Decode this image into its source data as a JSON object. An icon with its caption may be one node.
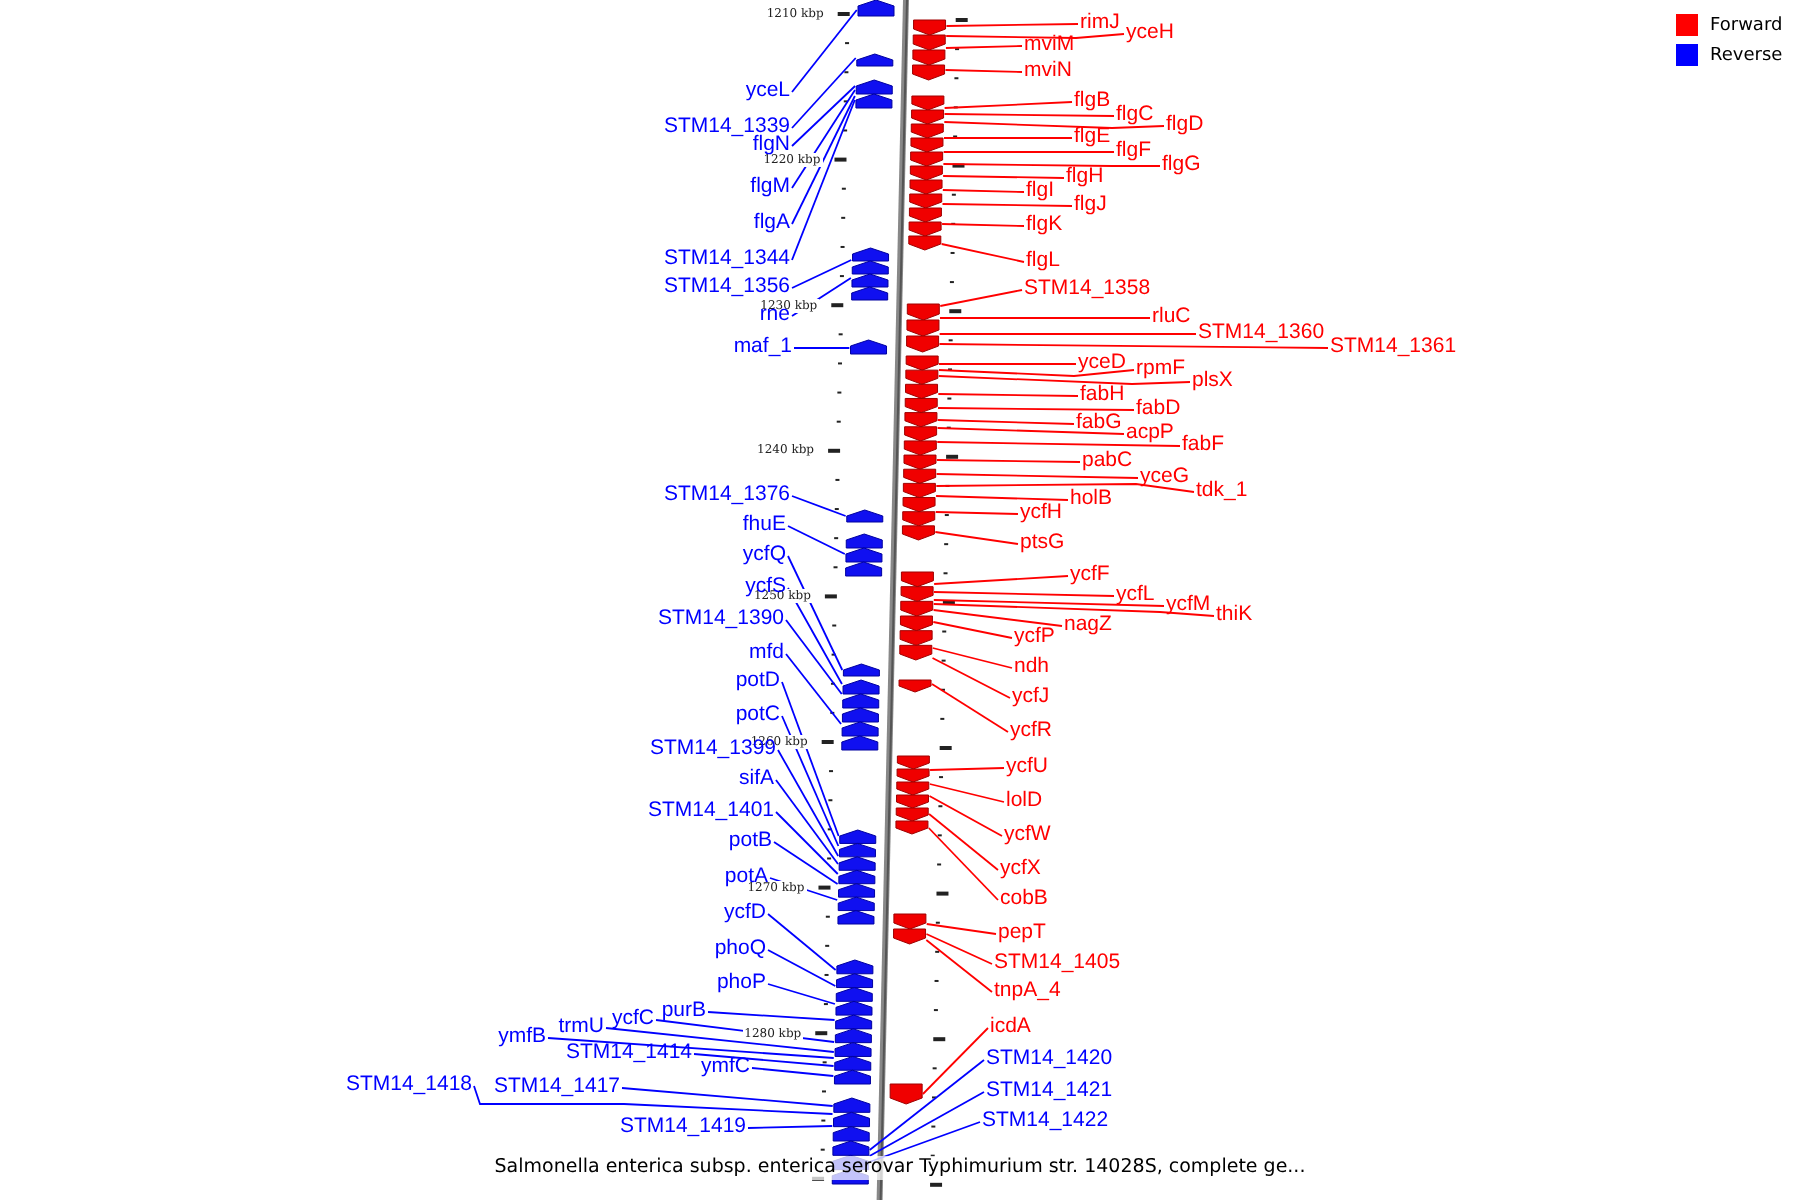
{
  "diagram": {
    "caption": "Salmonella enterica subsp. enterica serovar Typhimurium str. 14028S, complete ge...",
    "nodes": [
      {
        "text": [
          "yceL"
        ]
      },
      {
        "text": [
          "STM14_1339"
        ]
      },
      {
        "text": [
          "flgN"
        ]
      },
      {
        "text": [
          "flgM"
        ]
      },
      {
        "text": [
          "flgA"
        ]
      },
      {
        "text": [
          "STM14_1344"
        ]
      },
      {
        "text": [
          "STM14_1356"
        ]
      },
      {
        "text": [
          "rne"
        ]
      },
      {
        "text": [
          "maf_1"
        ]
      },
      {
        "text": [
          "STM14_1376"
        ]
      },
      {
        "text": [
          "fhuE"
        ]
      },
      {
        "text": [
          "ycfQ"
        ]
      },
      {
        "text": [
          "ycfS"
        ]
      },
      {
        "text": [
          "STM14_1390"
        ]
      },
      {
        "text": [
          "mfd"
        ]
      },
      {
        "text": [
          "potD"
        ]
      },
      {
        "text": [
          "potC"
        ]
      },
      {
        "text": [
          "STM14_1399"
        ]
      },
      {
        "text": [
          "sifA"
        ]
      },
      {
        "text": [
          "STM14_1401"
        ]
      },
      {
        "text": [
          "potB"
        ]
      },
      {
        "text": [
          "potA"
        ]
      },
      {
        "text": [
          "ycfD"
        ]
      },
      {
        "text": [
          "phoQ"
        ]
      },
      {
        "text": [
          "phoP"
        ]
      },
      {
        "text": [
          "purB"
        ]
      },
      {
        "text": [
          "ycfC"
        ]
      },
      {
        "text": [
          "trmU"
        ]
      },
      {
        "text": [
          "ymfB"
        ]
      },
      {
        "text": [
          "STM14_1414"
        ]
      },
      {
        "text": [
          "ymfC"
        ]
      },
      {
        "text": [
          "STM14_1418"
        ]
      },
      {
        "text": [
          "STM14_1417"
        ]
      },
      {
        "text": [
          "STM14_1419"
        ]
      },
      {
        "text": [
          "rimJ"
        ]
      },
      {
        "text": [
          "yceH"
        ]
      },
      {
        "text": [
          "mviM"
        ]
      },
      {
        "text": [
          "mviN"
        ]
      },
      {
        "text": [
          "flgB"
        ]
      },
      {
        "text": [
          "flgC"
        ]
      },
      {
        "text": [
          "flgD"
        ]
      },
      {
        "text": [
          "flgE"
        ]
      },
      {
        "text": [
          "flgF"
        ]
      },
      {
        "text": [
          "flgG"
        ]
      },
      {
        "text": [
          "flgH"
        ]
      },
      {
        "text": [
          "flgI"
        ]
      },
      {
        "text": [
          "flgJ"
        ]
      },
      {
        "text": [
          "flgK"
        ]
      },
      {
        "text": [
          "flgL"
        ]
      },
      {
        "text": [
          "STM14_1358"
        ]
      },
      {
        "text": [
          "rluC"
        ]
      },
      {
        "text": [
          "STM14_1360"
        ]
      },
      {
        "text": [
          "STM14_1361"
        ]
      },
      {
        "text": [
          "yceD"
        ]
      },
      {
        "text": [
          "rpmF"
        ]
      },
      {
        "text": [
          "plsX"
        ]
      },
      {
        "text": [
          "fabH"
        ]
      },
      {
        "text": [
          "fabD"
        ]
      },
      {
        "text": [
          "fabG"
        ]
      },
      {
        "text": [
          "acpP"
        ]
      },
      {
        "text": [
          "fabF"
        ]
      },
      {
        "text": [
          "pabC"
        ]
      },
      {
        "text": [
          "yceG"
        ]
      },
      {
        "text": [
          "tdk_1"
        ]
      },
      {
        "text": [
          "holB"
        ]
      },
      {
        "text": [
          "ycfH"
        ]
      },
      {
        "text": [
          "ptsG"
        ]
      },
      {
        "text": [
          "ycfF"
        ]
      },
      {
        "text": [
          "ycfL"
        ]
      },
      {
        "text": [
          "ycfM"
        ]
      },
      {
        "text": [
          "thiK"
        ]
      },
      {
        "text": [
          "nagZ"
        ]
      },
      {
        "text": [
          "ycfP"
        ]
      },
      {
        "text": [
          "ndh"
        ]
      },
      {
        "text": [
          "ycfJ"
        ]
      },
      {
        "text": [
          "ycfR"
        ]
      },
      {
        "text": [
          "ycfU"
        ]
      },
      {
        "text": [
          "lolD"
        ]
      },
      {
        "text": [
          "ycfW"
        ]
      },
      {
        "text": [
          "ycfX"
        ]
      },
      {
        "text": [
          "cobB"
        ]
      },
      {
        "text": [
          "pepT"
        ]
      },
      {
        "text": [
          "STM14_1405"
        ]
      },
      {
        "text": [
          "tnpA_4"
        ]
      },
      {
        "text": [
          "icdA"
        ]
      },
      {
        "text": [
          "STM14_1420"
        ]
      },
      {
        "text": [
          "STM14_1421"
        ]
      },
      {
        "text": [
          "STM14_1422"
        ]
      },
      {
        "text": [],
        "shape": "arrow"
      },
      {
        "text": [],
        "shape": "arrow"
      },
      {
        "text": [],
        "shape": "arrow"
      },
      {
        "text": [],
        "shape": "arrow"
      },
      {
        "text": [],
        "shape": "arrow"
      },
      {
        "text": [],
        "shape": "arrow"
      },
      {
        "text": [],
        "shape": "arrow"
      },
      {
        "text": [],
        "shape": "arrow"
      },
      {
        "text": [],
        "shape": "arrow"
      },
      {
        "text": [],
        "shape": "arrow"
      },
      {
        "text": [],
        "shape": "arrow"
      },
      {
        "text": [],
        "shape": "arrow"
      },
      {
        "text": [],
        "shape": "arrow"
      },
      {
        "text": [],
        "shape": "arrow"
      },
      {
        "text": [],
        "shape": "arrow"
      },
      {
        "text": [],
        "shape": "arrow"
      },
      {
        "text": [],
        "shape": "arrow"
      },
      {
        "text": [],
        "shape": "arrow"
      },
      {
        "text": [],
        "shape": "arrow"
      },
      {
        "text": [],
        "shape": "arrow"
      },
      {
        "text": [],
        "shape": "arrow"
      }
    ],
    "edges": [
      {
        "from": 0,
        "to": 88,
        "arrow": "none",
        "color": "#0000ff"
      },
      {
        "from": 1,
        "to": 89,
        "arrow": "none",
        "color": "#0000ff"
      },
      {
        "from": 2,
        "to": 90,
        "arrow": "none",
        "color": "#0000ff"
      },
      {
        "from": 3,
        "to": 90,
        "arrow": "none",
        "color": "#0000ff"
      },
      {
        "from": 4,
        "to": 90,
        "arrow": "none",
        "color": "#0000ff"
      },
      {
        "from": 5,
        "to": 90,
        "arrow": "none",
        "color": "#0000ff"
      },
      {
        "from": 6,
        "to": 91,
        "arrow": "none",
        "color": "#0000ff"
      },
      {
        "from": 7,
        "to": 91,
        "arrow": "none",
        "color": "#0000ff"
      },
      {
        "from": 8,
        "to": 92,
        "arrow": "none",
        "color": "#0000ff"
      },
      {
        "from": 9,
        "to": 93,
        "arrow": "none",
        "color": "#0000ff"
      },
      {
        "from": 10,
        "to": 94,
        "arrow": "none",
        "color": "#0000ff"
      },
      {
        "from": 11,
        "to": 95,
        "arrow": "none",
        "color": "#0000ff"
      },
      {
        "from": 12,
        "to": 96,
        "arrow": "none",
        "color": "#0000ff"
      },
      {
        "from": 13,
        "to": 96,
        "arrow": "none",
        "color": "#0000ff"
      },
      {
        "from": 14,
        "to": 96,
        "arrow": "none",
        "color": "#0000ff"
      },
      {
        "from": 15,
        "to": 97,
        "arrow": "none",
        "color": "#0000ff"
      },
      {
        "from": 16,
        "to": 97,
        "arrow": "none",
        "color": "#0000ff"
      },
      {
        "from": 17,
        "to": 97,
        "arrow": "none",
        "color": "#0000ff"
      },
      {
        "from": 18,
        "to": 97,
        "arrow": "none",
        "color": "#0000ff"
      },
      {
        "from": 19,
        "to": 97,
        "arrow": "none",
        "color": "#0000ff"
      },
      {
        "from": 20,
        "to": 97,
        "arrow": "none",
        "color": "#0000ff"
      },
      {
        "from": 21,
        "to": 97,
        "arrow": "none",
        "color": "#0000ff"
      },
      {
        "from": 22,
        "to": 98,
        "arrow": "none",
        "color": "#0000ff"
      },
      {
        "from": 23,
        "to": 98,
        "arrow": "none",
        "color": "#0000ff"
      },
      {
        "from": 24,
        "to": 98,
        "arrow": "none",
        "color": "#0000ff"
      },
      {
        "from": 25,
        "to": 98,
        "arrow": "none",
        "color": "#0000ff"
      },
      {
        "from": 26,
        "to": 98,
        "arrow": "none",
        "color": "#0000ff"
      },
      {
        "from": 27,
        "to": 98,
        "arrow": "none",
        "color": "#0000ff"
      },
      {
        "from": 28,
        "to": 98,
        "arrow": "none",
        "color": "#0000ff"
      },
      {
        "from": 29,
        "to": 98,
        "arrow": "none",
        "color": "#0000ff"
      },
      {
        "from": 30,
        "to": 98,
        "arrow": "none",
        "color": "#0000ff"
      },
      {
        "from": 31,
        "to": 99,
        "arrow": "none",
        "color": "#0000ff"
      },
      {
        "from": 32,
        "to": 99,
        "arrow": "none",
        "color": "#0000ff"
      },
      {
        "from": 33,
        "to": 99,
        "arrow": "none",
        "color": "#0000ff"
      },
      {
        "from": 34,
        "to": 100,
        "arrow": "none"
      },
      {
        "from": 35,
        "to": 100,
        "arrow": "none"
      },
      {
        "from": 36,
        "to": 100,
        "arrow": "none"
      },
      {
        "from": 37,
        "to": 100,
        "arrow": "none"
      },
      {
        "from": 38,
        "to": 101,
        "arrow": "none"
      },
      {
        "from": 39,
        "to": 101,
        "arrow": "none"
      },
      {
        "from": 40,
        "to": 101,
        "arrow": "none"
      },
      {
        "from": 41,
        "to": 101,
        "arrow": "none"
      },
      {
        "from": 42,
        "to": 101,
        "arrow": "none"
      },
      {
        "from": 43,
        "to": 101,
        "arrow": "none"
      },
      {
        "from": 44,
        "to": 101,
        "arrow": "none"
      },
      {
        "from": 45,
        "to": 101,
        "arrow": "none"
      },
      {
        "from": 46,
        "to": 101,
        "arrow": "none"
      },
      {
        "from": 47,
        "to": 101,
        "arrow": "none"
      },
      {
        "from": 48,
        "to": 101,
        "arrow": "none"
      },
      {
        "from": 49,
        "to": 102,
        "arrow": "none"
      },
      {
        "from": 50,
        "to": 102,
        "arrow": "none"
      },
      {
        "from": 51,
        "to": 102,
        "arrow": "none"
      },
      {
        "from": 52,
        "to": 102,
        "arrow": "none"
      },
      {
        "from": 53,
        "to": 103,
        "arrow": "none"
      },
      {
        "from": 54,
        "to": 103,
        "arrow": "none"
      },
      {
        "from": 55,
        "to": 103,
        "arrow": "none"
      },
      {
        "from": 56,
        "to": 103,
        "arrow": "none"
      },
      {
        "from": 57,
        "to": 103,
        "arrow": "none"
      },
      {
        "from": 58,
        "to": 103,
        "arrow": "none"
      },
      {
        "from": 59,
        "to": 103,
        "arrow": "none"
      },
      {
        "from": 60,
        "to": 103,
        "arrow": "none"
      },
      {
        "from": 61,
        "to": 103,
        "arrow": "none"
      },
      {
        "from": 62,
        "to": 103,
        "arrow": "none"
      },
      {
        "from": 63,
        "to": 103,
        "arrow": "none"
      },
      {
        "from": 64,
        "to": 103,
        "arrow": "none"
      },
      {
        "from": 65,
        "to": 103,
        "arrow": "none"
      },
      {
        "from": 66,
        "to": 103,
        "arrow": "none"
      },
      {
        "from": 67,
        "to": 104,
        "arrow": "none"
      },
      {
        "from": 68,
        "to": 104,
        "arrow": "none"
      },
      {
        "from": 69,
        "to": 104,
        "arrow": "none"
      },
      {
        "from": 70,
        "to": 104,
        "arrow": "none"
      },
      {
        "from": 71,
        "to": 104,
        "arrow": "none"
      },
      {
        "from": 72,
        "to": 104,
        "arrow": "none"
      },
      {
        "from": 73,
        "to": 104,
        "arrow": "none"
      },
      {
        "from": 74,
        "to": 104,
        "arrow": "none"
      },
      {
        "from": 75,
        "to": 105,
        "arrow": "none"
      },
      {
        "from": 76,
        "to": 106,
        "arrow": "none"
      },
      {
        "from": 77,
        "to": 106,
        "arrow": "none"
      },
      {
        "from": 78,
        "to": 106,
        "arrow": "none"
      },
      {
        "from": 79,
        "to": 106,
        "arrow": "none"
      },
      {
        "from": 80,
        "to": 106,
        "arrow": "none"
      },
      {
        "from": 81,
        "to": 107,
        "arrow": "none"
      },
      {
        "from": 82,
        "to": 107,
        "arrow": "none"
      },
      {
        "from": 83,
        "to": 107,
        "arrow": "none"
      },
      {
        "from": 84,
        "to": 108,
        "arrow": "none"
      },
      {
        "from": 85,
        "to": 99,
        "arrow": "none",
        "color": "#0000ff"
      },
      {
        "from": 86,
        "to": 99,
        "arrow": "none",
        "color": "#0000ff"
      },
      {
        "from": 87,
        "to": 99,
        "arrow": "none",
        "color": "#0000ff"
      }
    ],
    "labels": [
      "1210 kbp",
      "1220 kbp",
      "1230 kbp",
      "1240 kbp",
      "1250 kbp",
      "1260 kbp",
      "1270 kbp",
      "1280 kbp"
    ],
    "legend": [
      {
        "text": "Forward",
        "color": "#ff0000"
      },
      {
        "text": "Reverse",
        "color": "#0000ff"
      }
    ]
  }
}
